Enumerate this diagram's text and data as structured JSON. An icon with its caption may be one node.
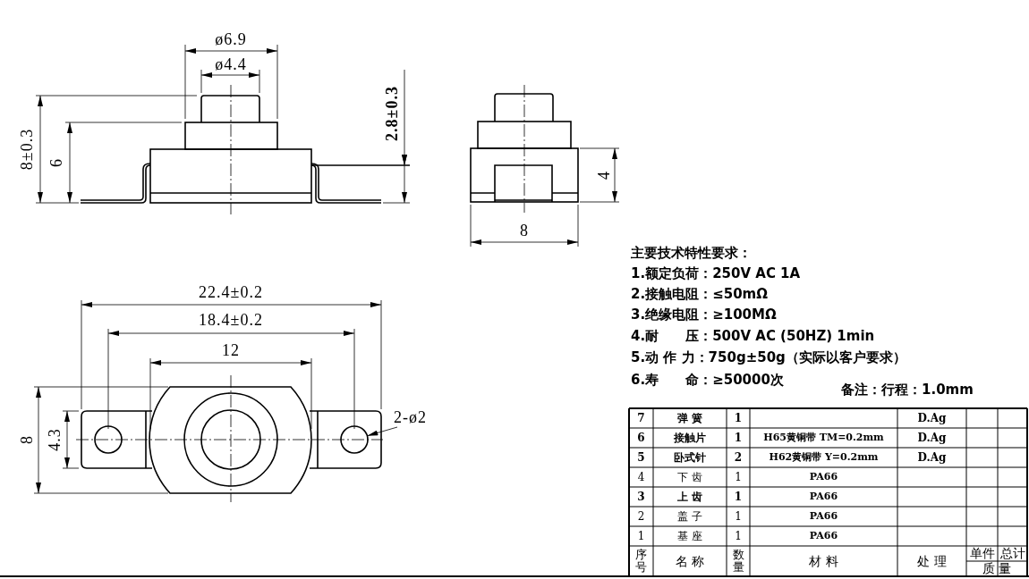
{
  "diagram": {
    "nodes": [
      {
        "text": [
          "2-ø2"
        ]
      },
      {
        "text": [],
        "shape": "circle"
      }
    ],
    "edges": [
      {
        "from": 0,
        "to": 1,
        "arrow": "to"
      }
    ],
    "labels": [
      "ø6.9",
      "ø4.4",
      "8±0.3",
      "6",
      "2.8±0.3",
      "4",
      "8",
      "22.4±0.2",
      "18.4±0.2",
      "12",
      "8",
      "4.3",
      "主要技术特性要求：",
      "1.额定负荷：250V AC 1A",
      "2.接触电阻：≤50mΩ",
      "3.绝缘电阻：≥100MΩ",
      "4.耐　　压：500V AC (50HZ) 1min",
      "5.动 作 力：750g±50g（实际以客户要求）",
      "6.寿　　命：≥50000次",
      "备注：行程：1.0mm",
      "7",
      "弹 簧",
      "1",
      "D.Ag",
      "6",
      "接触片",
      "1",
      "H65黄铜带 TM=0.2mm",
      "D.Ag",
      "5",
      "卧式针",
      "2",
      "H62黄铜带 Y=0.2mm",
      "D.Ag",
      "4",
      "下 齿",
      "1",
      "PA66",
      "3",
      "上 齿",
      "1",
      "PA66",
      "2",
      "盖 子",
      "1",
      "PA66",
      "1",
      "基 座",
      "1",
      "PA66",
      "序号",
      "名 称",
      "数量",
      "材 料",
      "处 理",
      "单件",
      "总计",
      "质 量"
    ]
  }
}
